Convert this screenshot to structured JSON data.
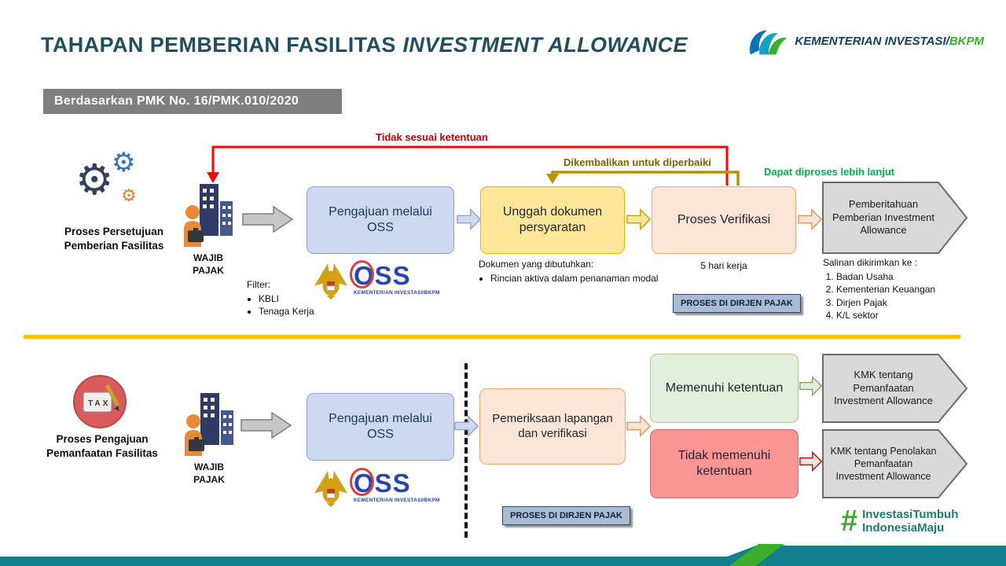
{
  "colors": {
    "title": "#1F4E5F",
    "divider_yellow": "#FFC000",
    "feedback_red": "#FF0000",
    "feedback_olive": "#BF8F00",
    "proceed_green": "#00B050",
    "ribbon_teal": "#15808D",
    "ribbon_green": "#3DAE2B",
    "box_blue": "#CDD9EE",
    "box_yellow": "#FFE699",
    "box_peach": "#FBE5D6",
    "box_green": "#E2EFDA",
    "box_red": "#F99595",
    "pentagon_gray": "#D9D9D9"
  },
  "header": {
    "title_main": "TAHAPAN PEMBERIAN FASILITAS",
    "title_italic": "INVESTMENT ALLOWANCE",
    "badge": "Berdasarkan PMK No. 16/PMK.010/2020",
    "ministry_logo_text": "KEMENTERIAN INVESTASI/",
    "ministry_logo_text_green": "BKPM"
  },
  "oss_logo": {
    "text": "OSS",
    "subtext": "KEMENTERIAN INVESTASI/BKPM"
  },
  "approval_flow": {
    "section_label": "Proses Persetujuan Pemberian Fasilitas",
    "taxpayer": "WAJIB PAJAK",
    "filter_title": "Filter:",
    "filter_items": [
      "KBLI",
      "Tenaga Kerja"
    ],
    "step1": "Pengajuan melalui OSS",
    "step2": "Unggah dokumen persyaratan",
    "step3": "Proses Verifikasi",
    "result": "Pemberitahuan Pemberian Investment Allowance",
    "docs_title": "Dokumen yang dibutuhkan:",
    "docs_items": [
      "Rincian aktiva dalam penanaman modal"
    ],
    "duration": "5 hari kerja",
    "process_badge": "PROSES DI DIRJEN PAJAK",
    "copies_title": "Salinan dikirimkan ke :",
    "copies_items": [
      "Badan Usaha",
      "Kementerian Keuangan",
      "Dirjen Pajak",
      "K/L sektor"
    ],
    "reject_label": "Tidak sesuai ketentuan",
    "revise_label": "Dikembalikan untuk diperbaiki",
    "proceed_label": "Dapat diproses lebih lanjut"
  },
  "utilization_flow": {
    "section_label": "Proses Pengajuan Pemanfaatan Fasilitas",
    "taxpayer": "WAJIB PAJAK",
    "tax_icon_text": "TAX",
    "step1": "Pengajuan melalui OSS",
    "step2": "Pemeriksaan lapangan dan verifikasi",
    "outcome_pass": "Memenuhi ketentuan",
    "outcome_fail": "Tidak memenuhi ketentuan",
    "result_pass": "KMK tentang Pemanfaatan Investment Allowance",
    "result_fail": "KMK tentang Penolakan Pemanfaatan Investment Allowance",
    "process_badge": "PROSES DI DIRJEN PAJAK"
  },
  "footer": {
    "hashtag_symbol": "#",
    "hashtag_line1": "InvestasiTumbuh",
    "hashtag_line2": "IndonesiaMaju"
  }
}
